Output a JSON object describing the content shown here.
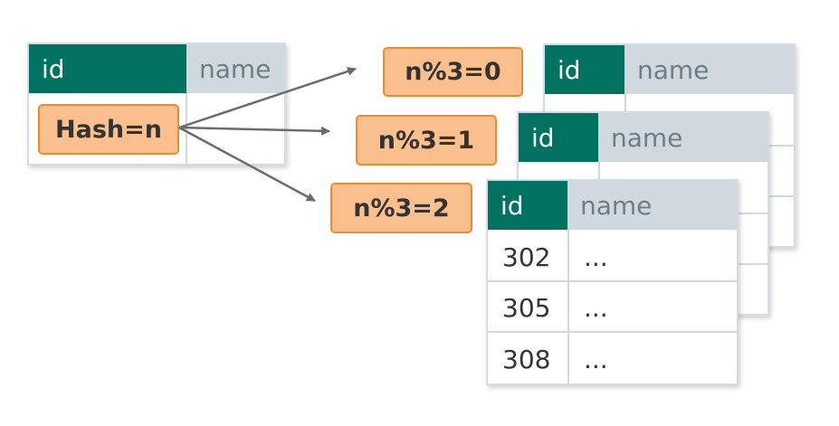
{
  "source_table": {
    "header_id": "id",
    "header_name": "name",
    "hash_label": "Hash=n"
  },
  "shards": [
    {
      "condition": "n%3=0",
      "header_id": "id",
      "header_name": "name"
    },
    {
      "condition": "n%3=1",
      "header_id": "id",
      "header_name": "name"
    },
    {
      "condition": "n%3=2",
      "header_id": "id",
      "header_name": "name"
    }
  ],
  "front_rows": [
    {
      "id": "302",
      "name": "..."
    },
    {
      "id": "305",
      "name": "..."
    },
    {
      "id": "308",
      "name": "..."
    }
  ],
  "colors": {
    "header_id_bg": "#00725f",
    "header_name_bg": "#cfd9df",
    "box_fill": "#f9c08e",
    "box_border": "#f28a2c",
    "arrow": "#6b6b6b"
  }
}
